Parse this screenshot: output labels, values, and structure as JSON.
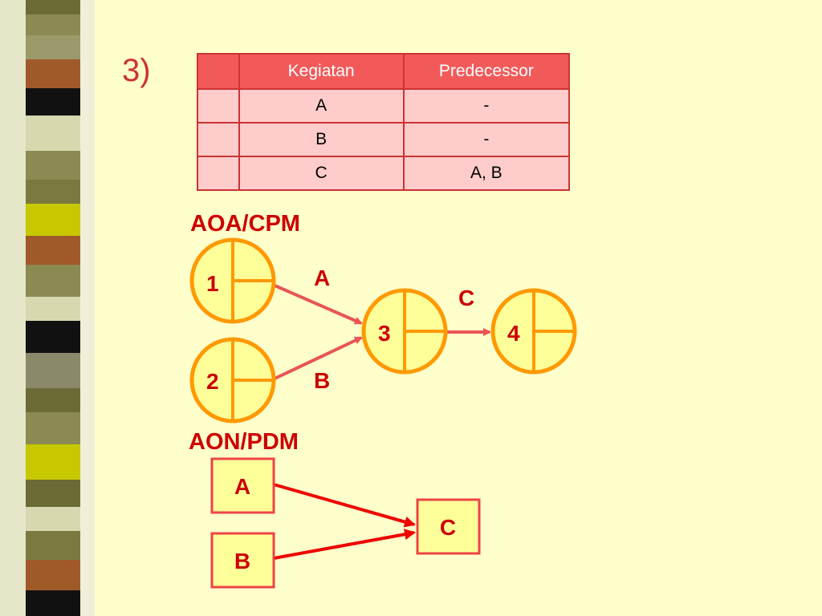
{
  "slide": {
    "number_label": "3)"
  },
  "table": {
    "headers": [
      "",
      "Kegiatan",
      "Predecessor"
    ],
    "rows": [
      {
        "activity": "A",
        "predecessor": "-"
      },
      {
        "activity": "B",
        "predecessor": "-"
      },
      {
        "activity": "C",
        "predecessor": "A, B"
      }
    ]
  },
  "aoa": {
    "heading": "AOA/CPM",
    "nodes": [
      "1",
      "2",
      "3",
      "4"
    ],
    "edges": [
      {
        "from": "1",
        "to": "3",
        "label": "A"
      },
      {
        "from": "2",
        "to": "3",
        "label": "B"
      },
      {
        "from": "3",
        "to": "4",
        "label": "C"
      }
    ]
  },
  "aon": {
    "heading": "AON/PDM",
    "nodes": [
      "A",
      "B",
      "C"
    ],
    "edges": [
      {
        "from": "A",
        "to": "C"
      },
      {
        "from": "B",
        "to": "C"
      }
    ]
  },
  "colors": {
    "background": "#ffffcc",
    "accent_red": "#cc0000",
    "node_fill": "#ffff99",
    "node_stroke": "#ff9900",
    "arrow_red": "#e85555",
    "table_header": "#f25a5a",
    "table_cell": "#ffcccc"
  }
}
